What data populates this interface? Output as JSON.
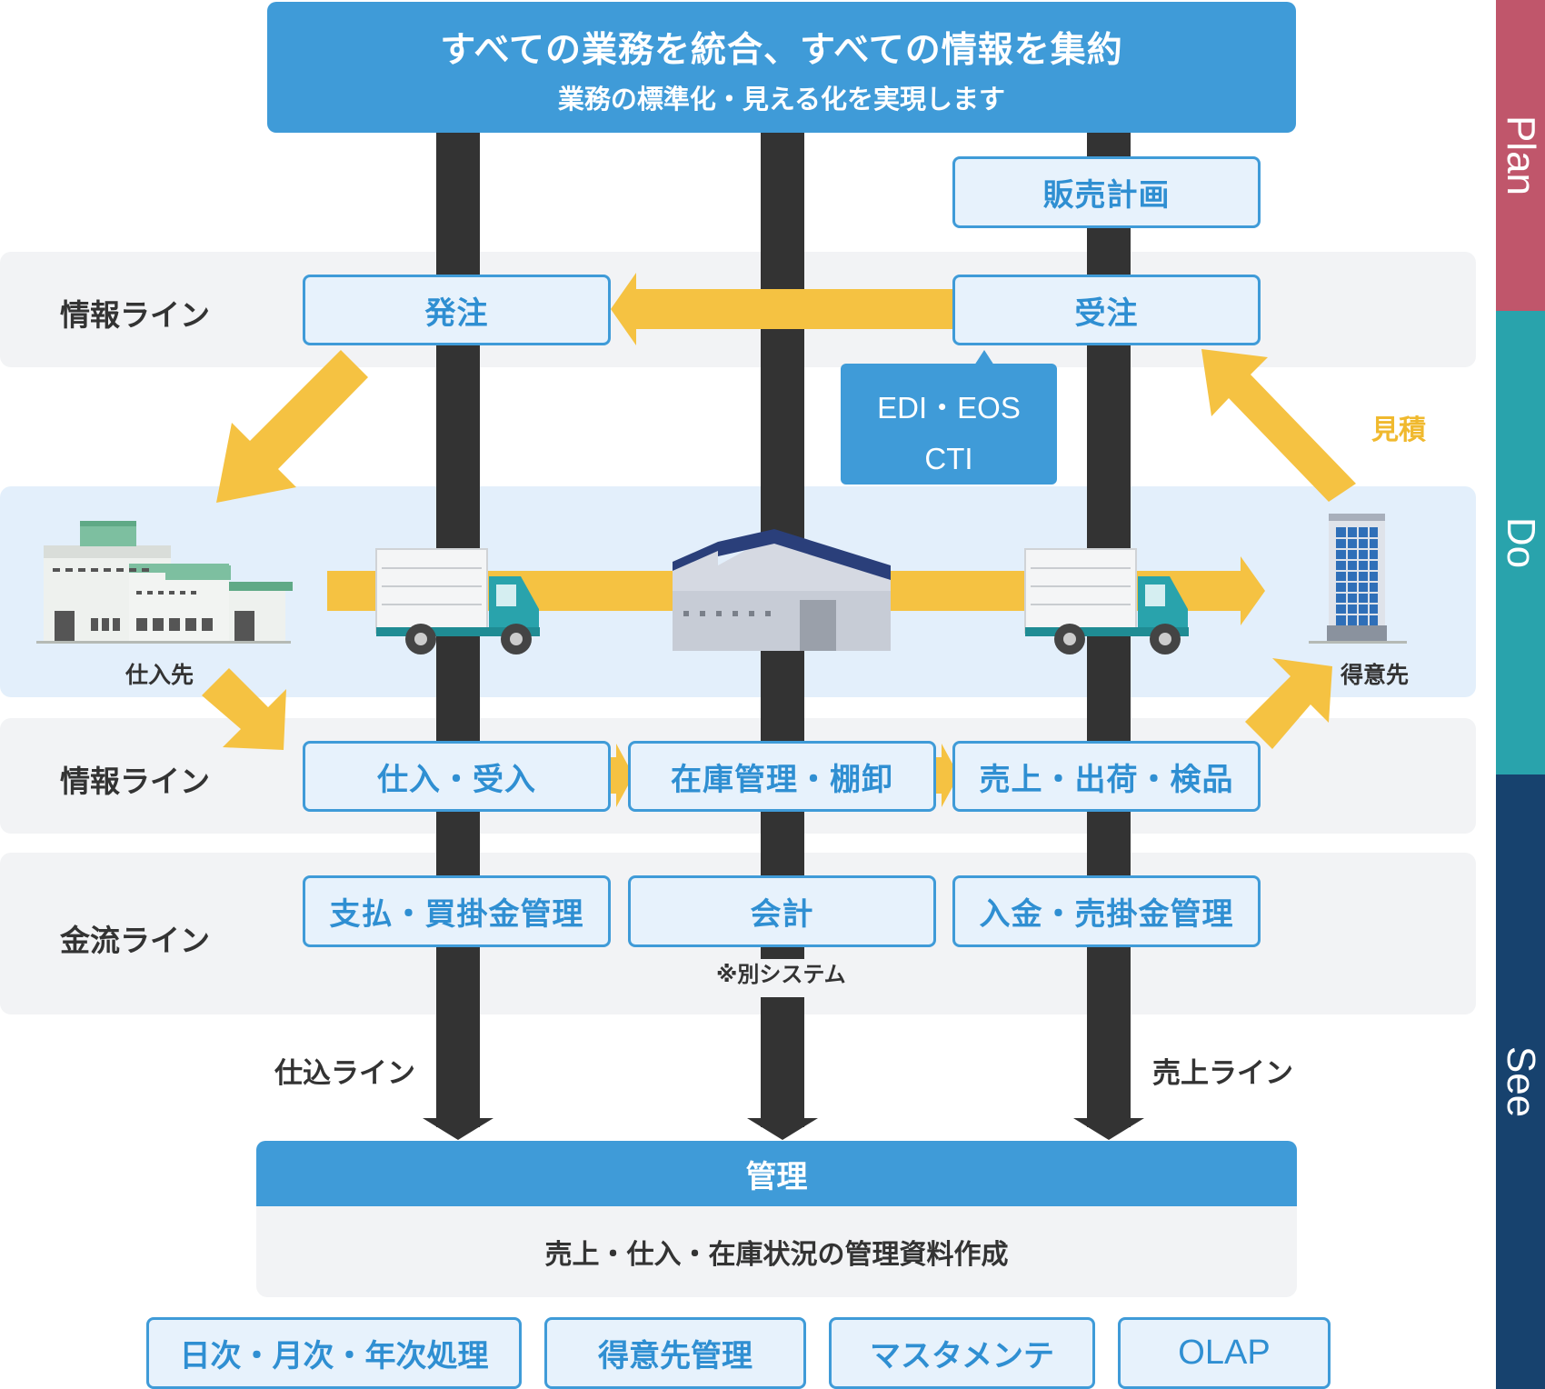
{
  "header": {
    "title": "すべての業務を統合、すべての情報を集約",
    "subtitle": "業務の標準化・見える化を実現します"
  },
  "phases": {
    "plan": "Plan",
    "do": "Do",
    "see": "See"
  },
  "rows": {
    "info_top": "情報ライン",
    "info_bottom": "情報ライン",
    "money": "金流ライン"
  },
  "boxes": {
    "sales_plan": "販売計画",
    "order_place": "発注",
    "order_receive": "受注",
    "purchase_receive": "仕入・受入",
    "inventory": "在庫管理・棚卸",
    "sales_ship": "売上・出荷・検品",
    "payment": "支払・買掛金管理",
    "accounting": "会計",
    "receipt": "入金・売掛金管理"
  },
  "edi": {
    "line1": "EDI・EOS",
    "line2": "CTI"
  },
  "estimate": "見積",
  "supplier": "仕入先",
  "customer": "得意先",
  "separate_system": "※別システム",
  "purchase_line": "仕込ライン",
  "sales_line": "売上ライン",
  "management": {
    "title": "管理",
    "desc": "売上・仕入・在庫状況の管理資料作成"
  },
  "bottom_boxes": [
    "日次・月次・年次処理",
    "得意先管理",
    "マスタメンテ",
    "OLAP"
  ],
  "colors": {
    "accent_blue": "#3f9bd8",
    "arrow_yellow": "#f5c242",
    "plan": "#c0566b",
    "do": "#29a3ac",
    "see": "#17426e",
    "dark_line": "#333333"
  }
}
